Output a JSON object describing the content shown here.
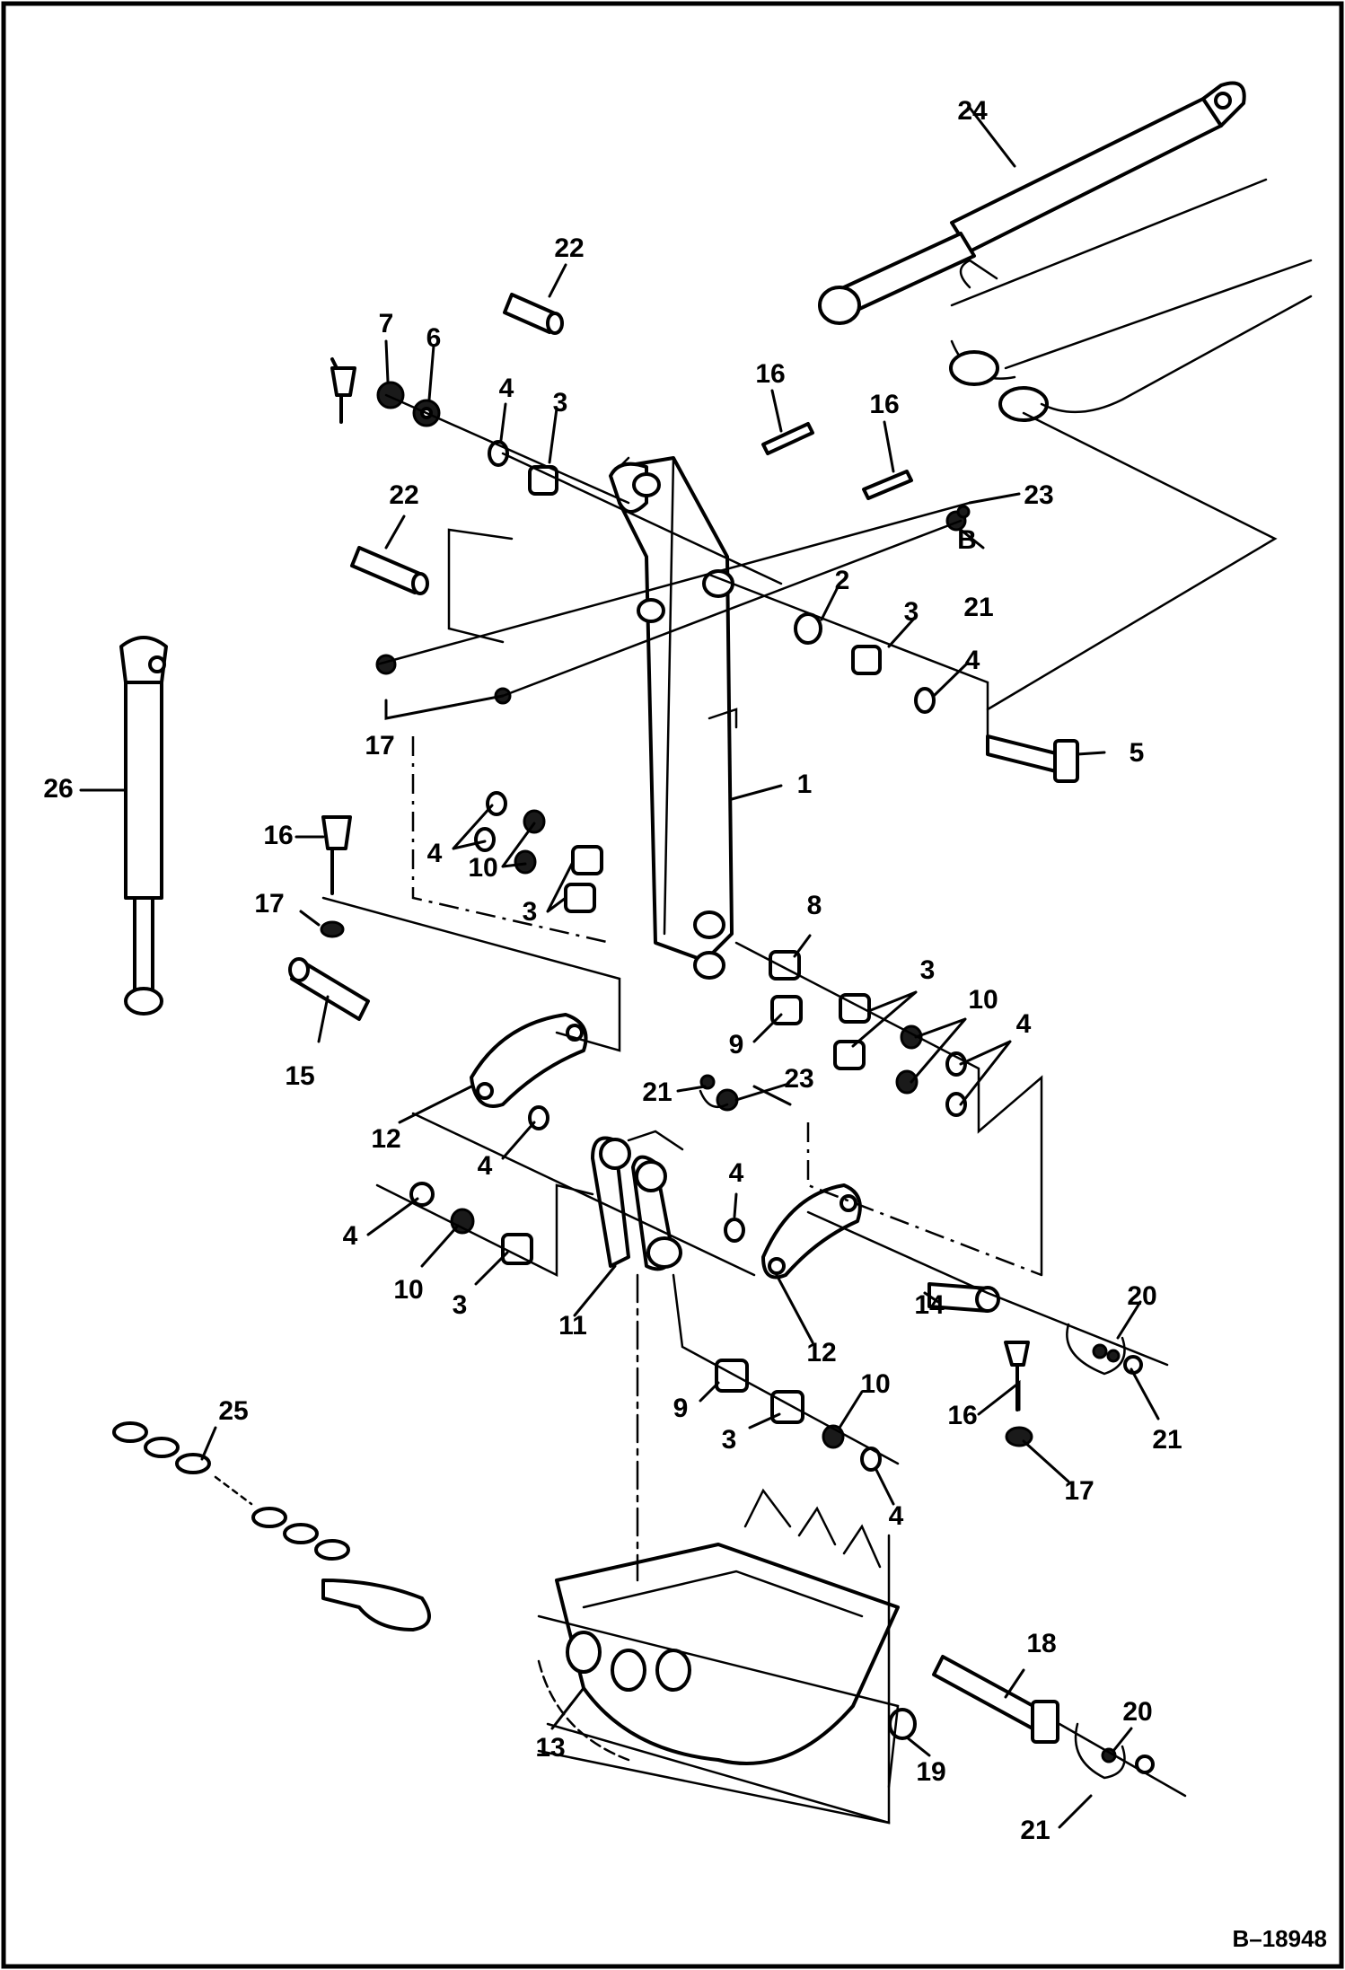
{
  "diagram": {
    "drawing_number": "B–18948",
    "detail_letter": "B",
    "callouts": [
      "1",
      "2",
      "3",
      "4",
      "5",
      "6",
      "7",
      "8",
      "9",
      "10",
      "11",
      "12",
      "13",
      "14",
      "15",
      "16",
      "17",
      "18",
      "19",
      "20",
      "21",
      "22",
      "23",
      "24",
      "25",
      "26"
    ]
  }
}
